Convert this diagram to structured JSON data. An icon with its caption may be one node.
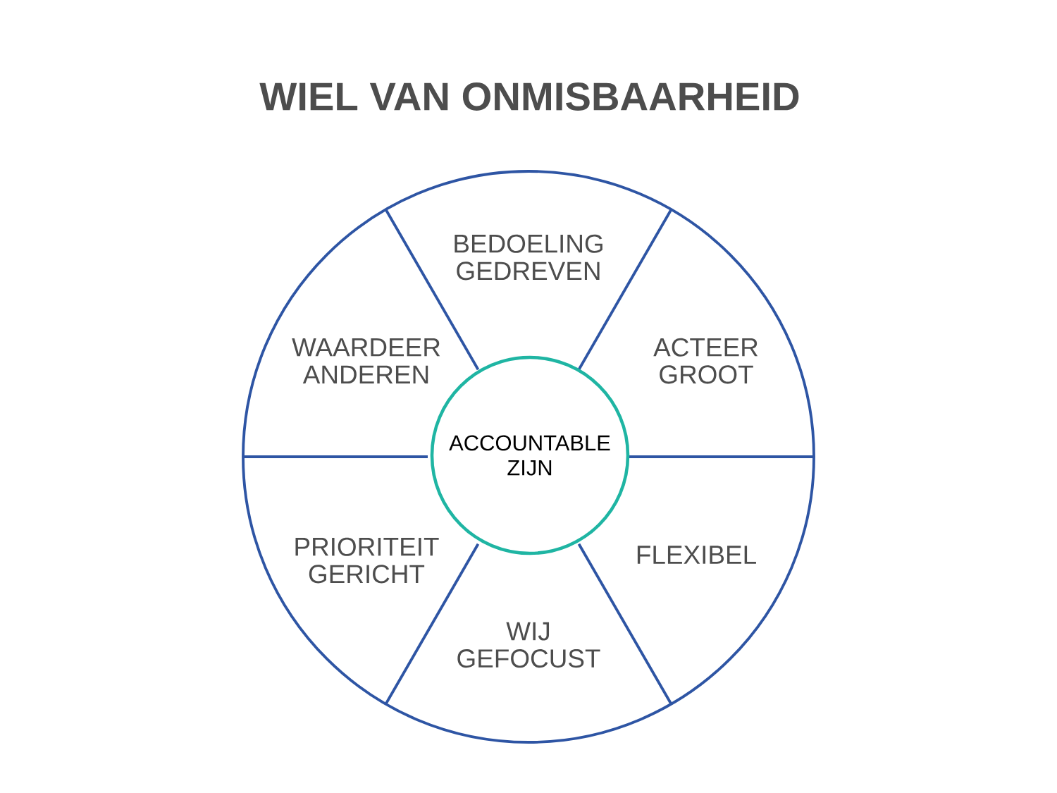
{
  "diagram": {
    "title": "WIEL VAN ONMISBAARHEID",
    "nodes": [
      {
        "text": [],
        "shape": "circle"
      },
      {
        "text": [
          "BEDOELING GEDREVEN"
        ],
        "in": 0
      },
      {
        "text": [
          "WAARDEER ANDEREN"
        ],
        "in": 0
      },
      {
        "text": [
          "ACTEER GROOT"
        ],
        "in": 0
      },
      {
        "text": [
          "ACCOUNTABLE ZIJN"
        ],
        "in": 0
      },
      {
        "text": [
          "PRIORITEIT GERICHT"
        ],
        "in": 0
      },
      {
        "text": [
          "FLEXIBEL"
        ],
        "in": 0
      },
      {
        "text": [
          "WIJ GEFOCUST"
        ],
        "in": 0
      }
    ]
  }
}
